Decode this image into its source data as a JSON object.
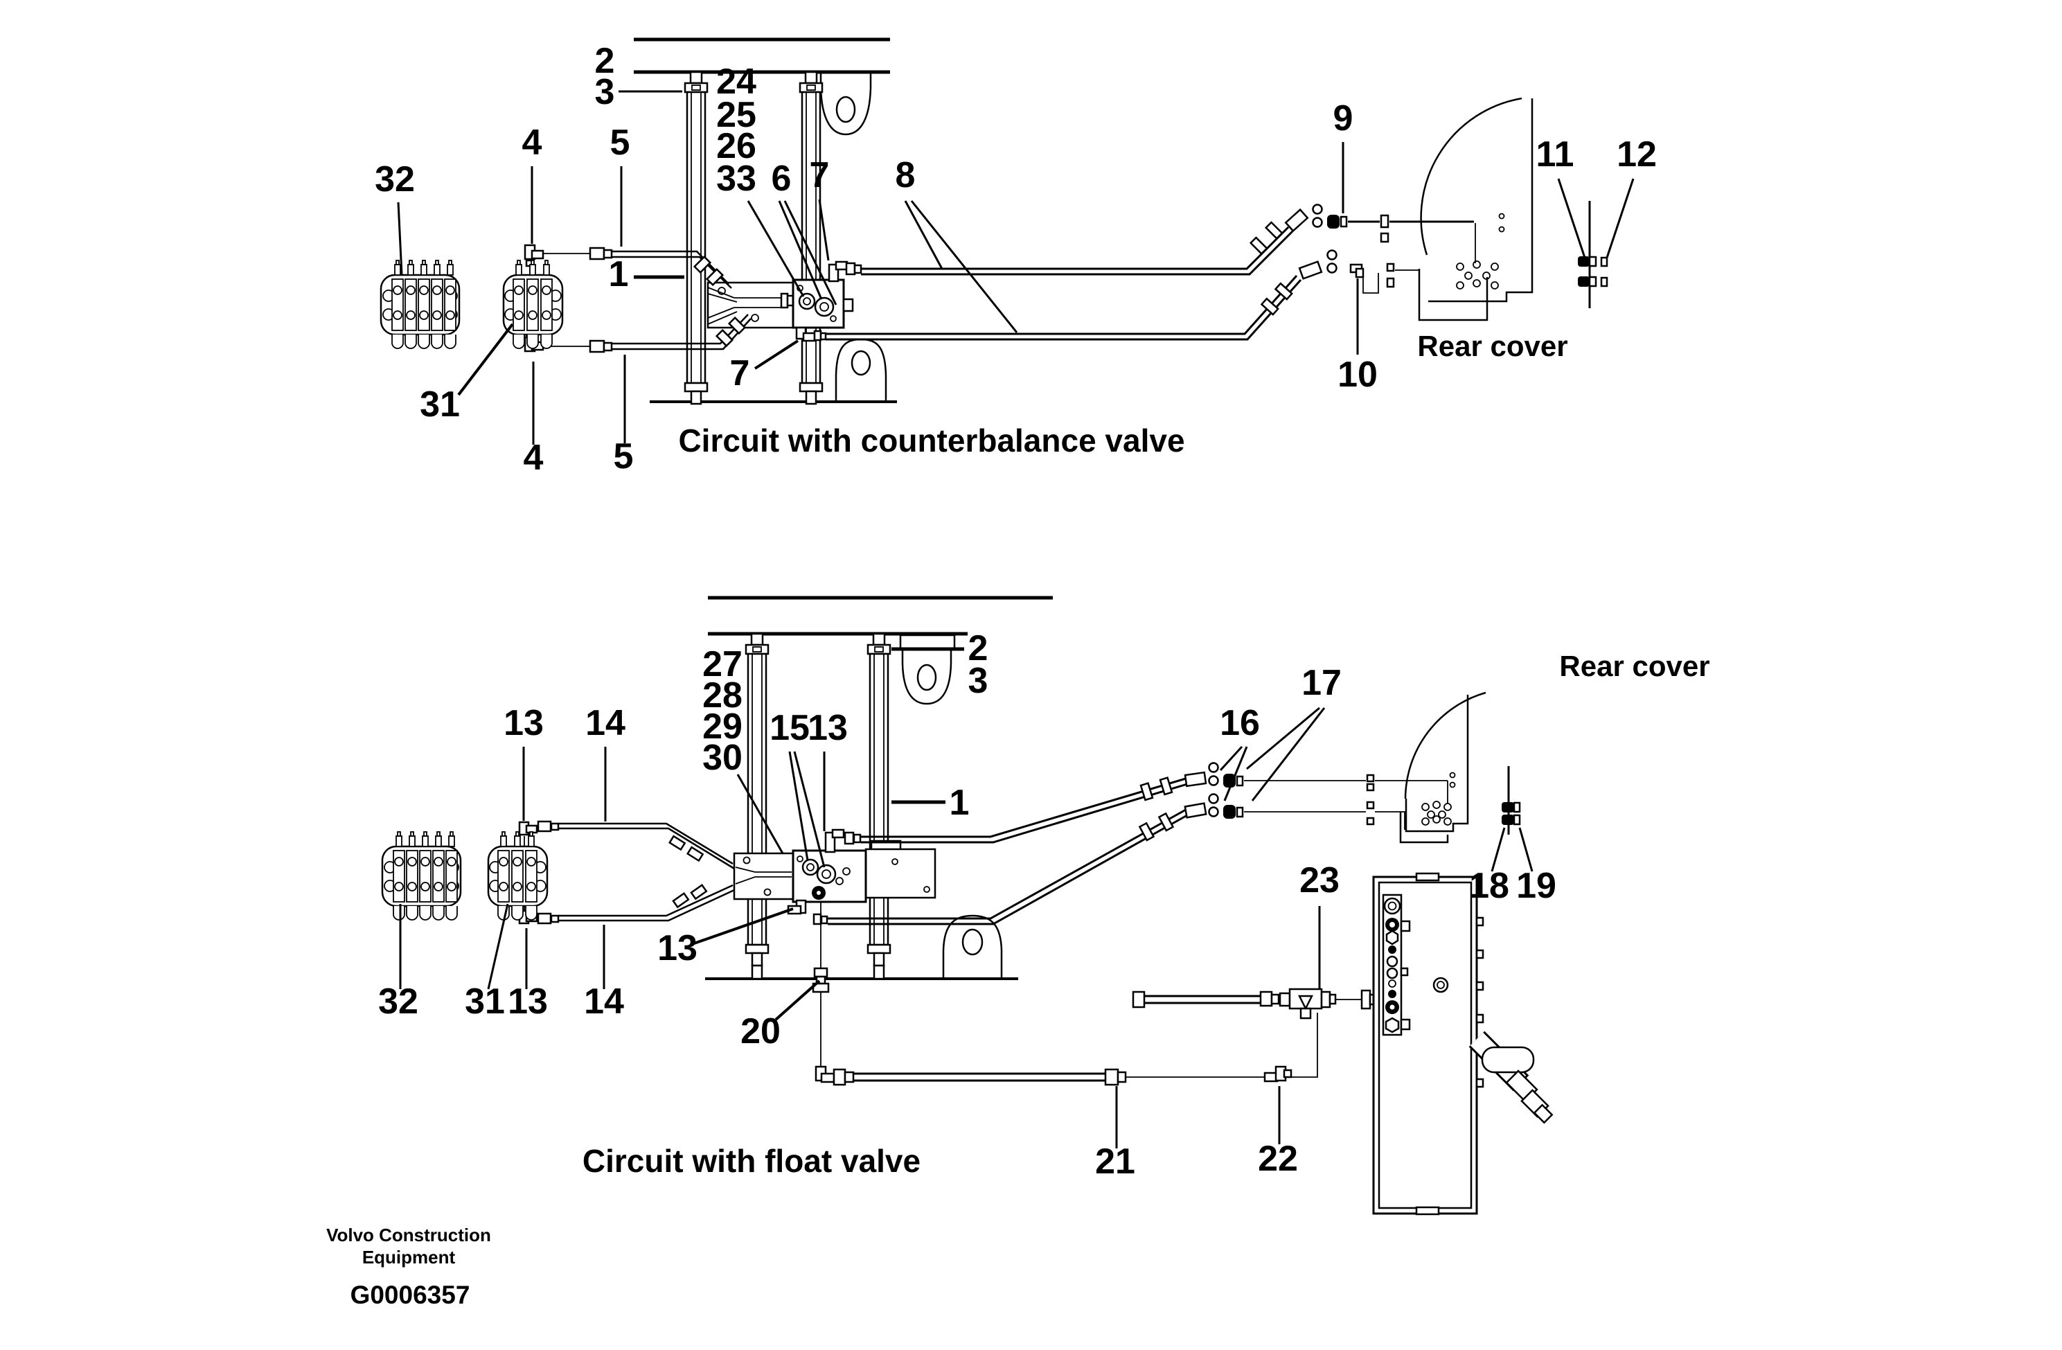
{
  "footer": {
    "brand_line1": "Volvo Construction",
    "brand_line2": "Equipment",
    "figure_code": "G0006357"
  },
  "top_diagram": {
    "caption": "Circuit with counterbalance valve",
    "rear_cover_label": "Rear cover"
  },
  "bottom_diagram": {
    "caption": "Circuit with float valve",
    "rear_cover_label": "Rear cover"
  },
  "parts": {
    "p1": "1",
    "p2": "2",
    "p3": "3",
    "p4": "4",
    "p5": "5",
    "p6": "6",
    "p7": "7",
    "p8": "8",
    "p9": "9",
    "p10": "10",
    "p11": "11",
    "p12": "12",
    "p13": "13",
    "p14": "14",
    "p15": "15",
    "p16": "16",
    "p17": "17",
    "p18": "18",
    "p19": "19",
    "p20": "20",
    "p21": "21",
    "p22": "22",
    "p23": "23",
    "p24": "24",
    "p25": "25",
    "p26": "26",
    "p27": "27",
    "p28": "28",
    "p29": "29",
    "p30": "30",
    "p31": "31",
    "p32": "32",
    "p33": "33"
  }
}
